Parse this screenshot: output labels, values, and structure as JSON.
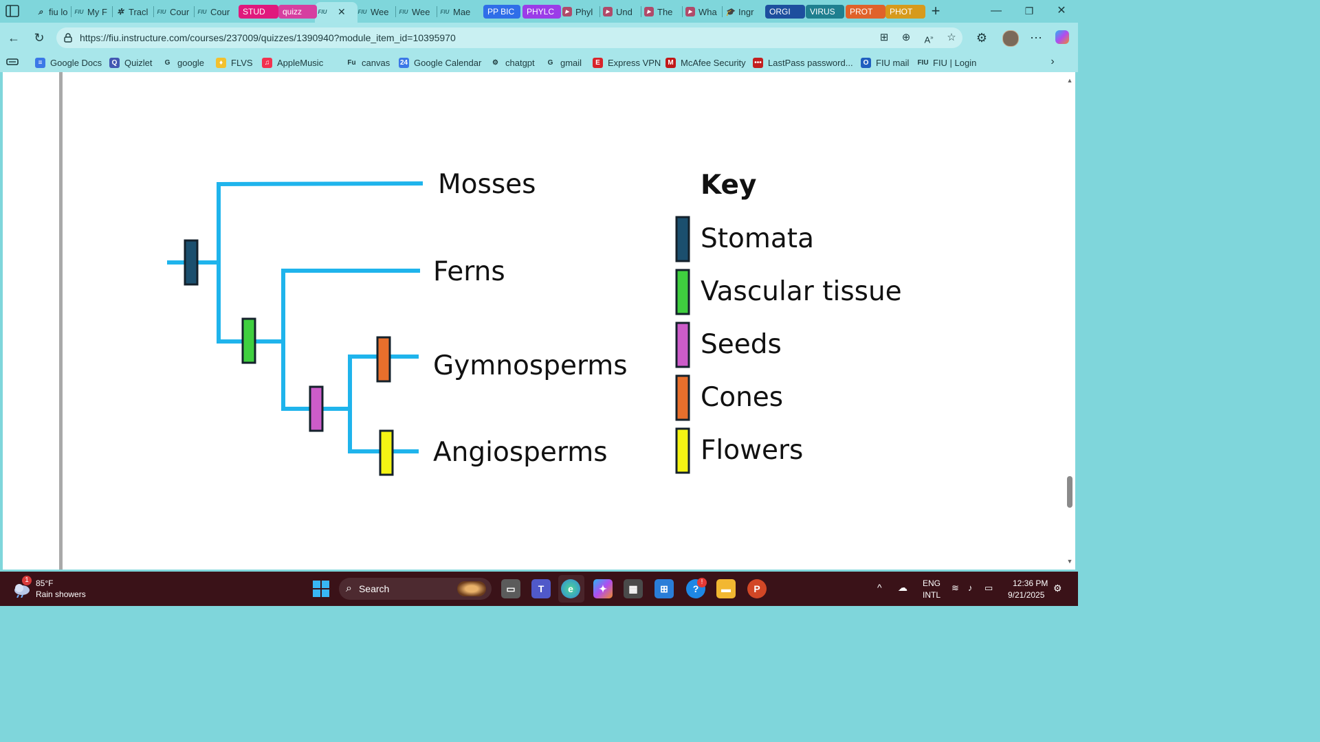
{
  "browser": {
    "tabs": [
      {
        "label": "fiu lo",
        "favicon": "search-favicon"
      },
      {
        "label": "My F",
        "favicon": "fiu-favicon"
      },
      {
        "label": "Tracl",
        "favicon": "tracker-favicon"
      },
      {
        "label": "Cour",
        "favicon": "fiu-favicon"
      },
      {
        "label": "Cour",
        "favicon": "fiu-favicon"
      },
      {
        "label": "STUD",
        "favicon": "",
        "color": "#e0197d"
      },
      {
        "label": "quizz",
        "favicon": "",
        "color": "#d63fa0"
      },
      {
        "label": "",
        "favicon": "fiu-favicon",
        "active": true
      },
      {
        "label": "Wee",
        "favicon": "fiu-favicon"
      },
      {
        "label": "Wee",
        "favicon": "fiu-favicon"
      },
      {
        "label": "Mae",
        "favicon": "fiu-favicon"
      },
      {
        "label": "PP BIC",
        "favicon": "",
        "color": "#2f6ee8"
      },
      {
        "label": "PHYLC",
        "favicon": "",
        "color": "#9b3ce8"
      },
      {
        "label": "Phyl",
        "favicon": "youtube-favicon"
      },
      {
        "label": "Und",
        "favicon": "youtube-favicon"
      },
      {
        "label": "The",
        "favicon": "youtube-favicon"
      },
      {
        "label": "Wha",
        "favicon": "youtube-favicon"
      },
      {
        "label": "Ingr",
        "favicon": "graduation-favicon"
      },
      {
        "label": "ORGI",
        "favicon": "",
        "color": "#1d4f9e"
      },
      {
        "label": "VIRUS",
        "favicon": "",
        "color": "#1f7f8f"
      },
      {
        "label": "PROT",
        "favicon": "",
        "color": "#e0622a"
      },
      {
        "label": "PHOT",
        "favicon": "",
        "color": "#d79a1c"
      }
    ],
    "url": "https://fiu.instructure.com/courses/237009/quizzes/1390940?module_item_id=10395970",
    "bookmarks": [
      {
        "label": "Google Docs",
        "color": "#3b78e7",
        "glyph": "≡"
      },
      {
        "label": "Quizlet",
        "color": "#4257b2",
        "glyph": "Q"
      },
      {
        "label": "google",
        "color": "#ffffff",
        "glyph": "G"
      },
      {
        "label": "FLVS",
        "color": "#f2c12e",
        "glyph": "♦"
      },
      {
        "label": "AppleMusic",
        "color": "#f2314f",
        "glyph": "♫"
      },
      {
        "label": "canvas",
        "color": "#ffffff",
        "glyph": "Fu"
      },
      {
        "label": "Google Calendar",
        "color": "#3b78e7",
        "glyph": "24"
      },
      {
        "label": "chatgpt",
        "color": "#ffffff",
        "glyph": "⚙"
      },
      {
        "label": "gmail",
        "color": "#ffffff",
        "glyph": "G"
      },
      {
        "label": "Express VPN",
        "color": "#d8232a",
        "glyph": "E"
      },
      {
        "label": "McAfee Security",
        "color": "#c01818",
        "glyph": "M"
      },
      {
        "label": "LastPass password...",
        "color": "#c31f1f",
        "glyph": "•••"
      },
      {
        "label": "FIU mail",
        "color": "#1f5fbf",
        "glyph": "O"
      },
      {
        "label": "FIU | Login",
        "color": "#ffffff",
        "glyph": "FIU"
      }
    ]
  },
  "cladogram": {
    "taxa": [
      "Mosses",
      "Ferns",
      "Gymnosperms",
      "Angiosperms"
    ],
    "key_title": "Key",
    "key": [
      {
        "label": "Stomata",
        "color": "#1b4f6e"
      },
      {
        "label": "Vascular tissue",
        "color": "#3fcf3f"
      },
      {
        "label": "Seeds",
        "color": "#cc5cc9"
      },
      {
        "label": "Cones",
        "color": "#e86f2c"
      },
      {
        "label": "Flowers",
        "color": "#f4f414"
      }
    ],
    "line_color": "#1fb4ec"
  },
  "taskbar": {
    "weather_temp": "85°F",
    "weather_desc": "Rain showers",
    "weather_badge": "1",
    "search_placeholder": "Search",
    "lang_top": "ENG",
    "lang_bottom": "INTL",
    "time": "12:36 PM",
    "date": "9/21/2025"
  }
}
